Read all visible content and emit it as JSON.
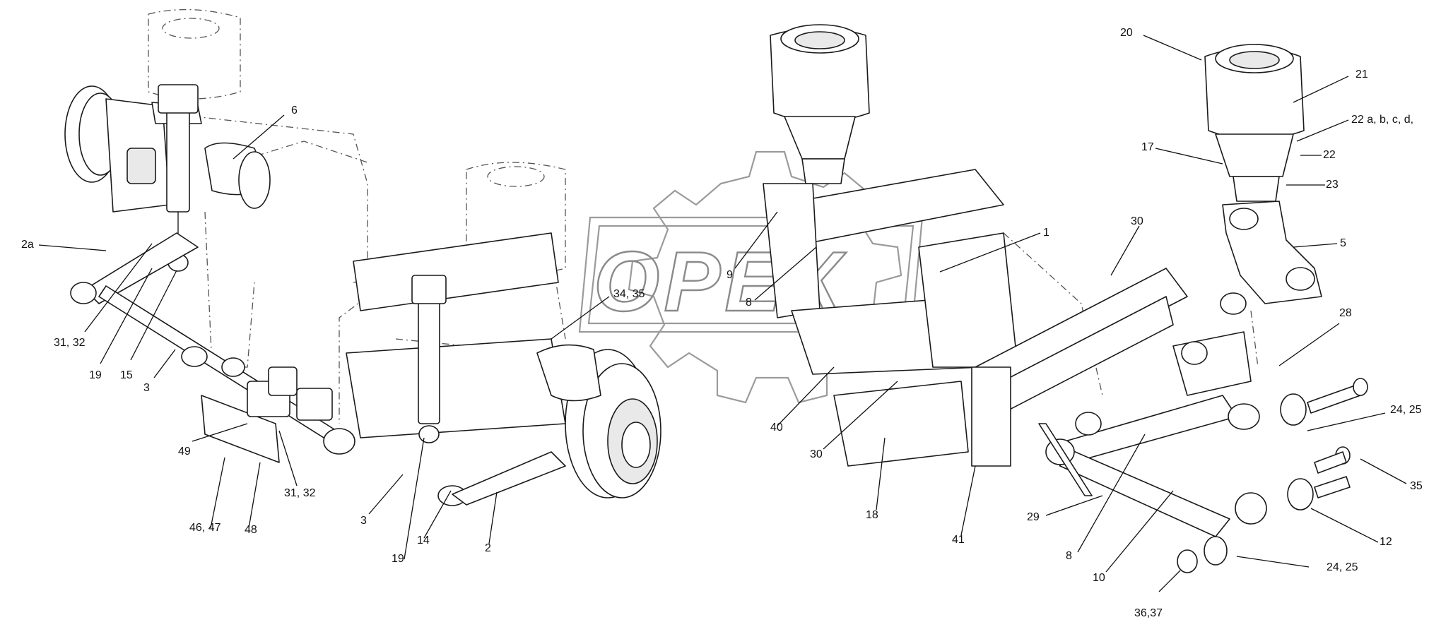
{
  "watermark": {
    "text": "OPEX",
    "color": "#8a8a8a"
  },
  "callouts": [
    {
      "id": "c-2a",
      "label": "2a"
    },
    {
      "id": "c-6",
      "label": "6"
    },
    {
      "id": "c-31-32-left",
      "label": "31, 32"
    },
    {
      "id": "c-19-left",
      "label": "19"
    },
    {
      "id": "c-15",
      "label": "15"
    },
    {
      "id": "c-3-left",
      "label": "3"
    },
    {
      "id": "c-49",
      "label": "49"
    },
    {
      "id": "c-46-47",
      "label": "46, 47"
    },
    {
      "id": "c-48",
      "label": "48"
    },
    {
      "id": "c-31-32-mid",
      "label": "31, 32"
    },
    {
      "id": "c-3-mid",
      "label": "3"
    },
    {
      "id": "c-19-mid",
      "label": "19"
    },
    {
      "id": "c-14",
      "label": "14"
    },
    {
      "id": "c-2",
      "label": "2"
    },
    {
      "id": "c-34-35",
      "label": "34, 35"
    },
    {
      "id": "c-9",
      "label": "9"
    },
    {
      "id": "c-8-top",
      "label": "8"
    },
    {
      "id": "c-40",
      "label": "40"
    },
    {
      "id": "c-30-left",
      "label": "30"
    },
    {
      "id": "c-18",
      "label": "18"
    },
    {
      "id": "c-41",
      "label": "41"
    },
    {
      "id": "c-1",
      "label": "1"
    },
    {
      "id": "c-30-right",
      "label": "30"
    },
    {
      "id": "c-20",
      "label": "20"
    },
    {
      "id": "c-21",
      "label": "21"
    },
    {
      "id": "c-22abcd",
      "label": "22 a, b, c, d,"
    },
    {
      "id": "c-17",
      "label": "17"
    },
    {
      "id": "c-22",
      "label": "22"
    },
    {
      "id": "c-23",
      "label": "23"
    },
    {
      "id": "c-5",
      "label": "5"
    },
    {
      "id": "c-28",
      "label": "28"
    },
    {
      "id": "c-24-25-top",
      "label": "24, 25"
    },
    {
      "id": "c-35",
      "label": "35"
    },
    {
      "id": "c-12",
      "label": "12"
    },
    {
      "id": "c-24-25-bottom",
      "label": "24, 25"
    },
    {
      "id": "c-29",
      "label": "29"
    },
    {
      "id": "c-8-bottom",
      "label": "8"
    },
    {
      "id": "c-10",
      "label": "10"
    },
    {
      "id": "c-36-37",
      "label": "36,37"
    }
  ]
}
